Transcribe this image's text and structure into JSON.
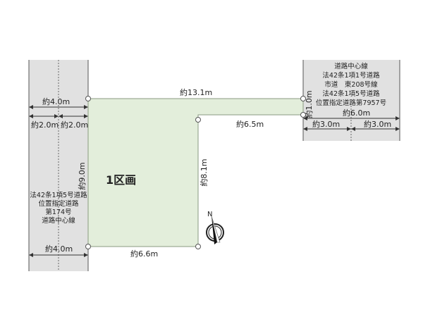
{
  "colors": {
    "road": "#e1e1e1",
    "lot": "#e3eedb",
    "lot_stroke": "#8a9a80",
    "line": "#333333"
  },
  "lot": {
    "label": "1区画"
  },
  "left_road": {
    "notes": [
      "法42条1項5号道路",
      "位置指定道路",
      "第174号",
      "道路中心線"
    ],
    "width_top": "約4.0m",
    "half_left": "約2.0m",
    "half_right": "約2.0m",
    "width_bottom": "約4.0m"
  },
  "right_road": {
    "notes": [
      "道路中心線",
      "法42条1項1号道路",
      "市道　東208号線",
      "法42条1項5号道路",
      "位置指定道路第7957号"
    ],
    "width": "約6.0m",
    "half_left": "約3.0m",
    "half_right": "約3.0m"
  },
  "dimensions": {
    "top": "約13.1m",
    "step": "約6.5m",
    "left_side": "約9.0m",
    "right_side": "約8.1m",
    "bottom": "約6.6m",
    "frontage_right": "約1.0m"
  },
  "compass": {
    "label": "N",
    "icon": "north-arrow-icon"
  }
}
